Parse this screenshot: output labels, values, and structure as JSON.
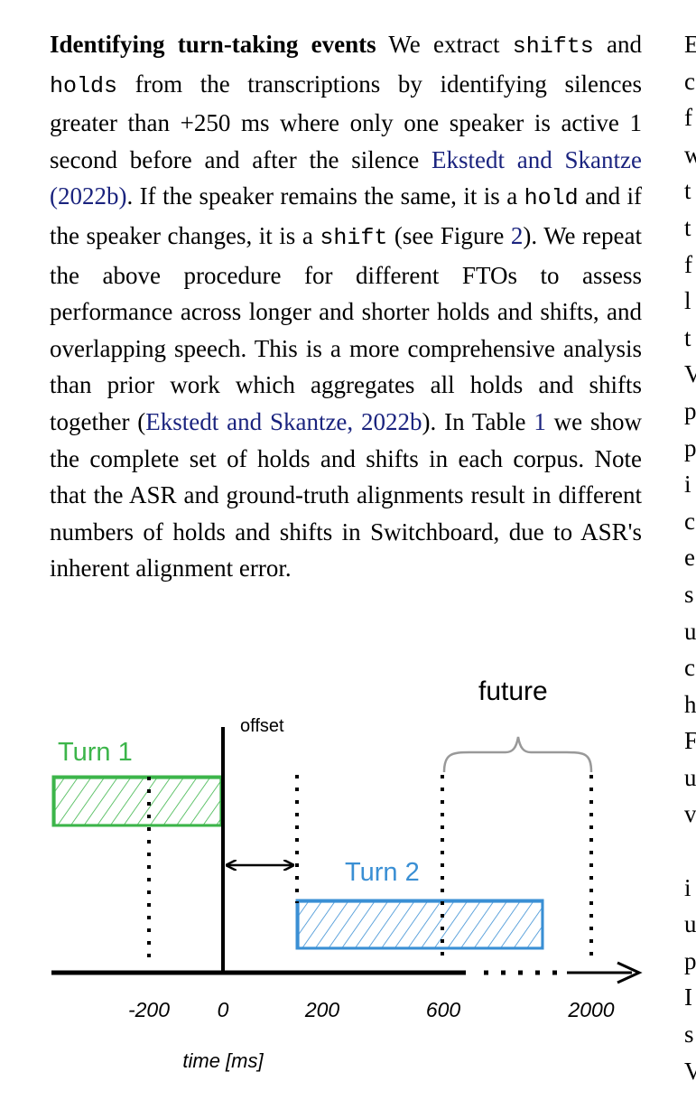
{
  "paragraph": {
    "heading": "Identifying turn-taking events",
    "p1": " We extract ",
    "shifts_code": "shifts",
    "p2": " and ",
    "holds_code": "holds",
    "p3": " from the transcriptions by identifying silences greater than +250 ms where only one speaker is active 1 second before and after the silence ",
    "ref1": "Ekstedt and Skantze (2022b)",
    "p4": ". If the speaker remains the same, it is a ",
    "hold_code": "hold",
    "p5": " and if the speaker changes, it is a ",
    "shift_code": "shift",
    "p6": " (see Figure ",
    "fig_ref": "2",
    "p7": "). We repeat the above procedure for different FTOs to assess performance across longer and shorter holds and shifts, and overlapping speech. This is a more comprehensive analysis than prior work which aggregates all holds and shifts together (",
    "ref2": "Ekstedt and Skantze, 2022b",
    "p8": "). In Table ",
    "table_ref": "1",
    "p9": " we show the complete set of holds and shifts in each corpus. Note that the ASR and ground-truth alignments result in different numbers of holds and shifts in Switchboard, due to ASR's inherent alignment error."
  },
  "right_column_letters": [
    "E",
    "c",
    "f",
    "w",
    "t",
    "t",
    "f",
    "l",
    "t",
    "V",
    "p",
    "p",
    "i",
    "c",
    "e",
    "s",
    "u",
    "c",
    "h",
    "F",
    "u",
    "v",
    "",
    "i",
    "u",
    "p",
    "I",
    "s",
    "V"
  ],
  "figure": {
    "turn1_label": "Turn 1",
    "turn2_label": "Turn 2",
    "offset_label": "offset",
    "future_label": "future",
    "axis_label": "time [ms]",
    "ticks": [
      "-200",
      "0",
      "200",
      "600",
      "2000"
    ],
    "turn1_color": "#3cb54a",
    "turn2_color": "#3a8fd4"
  }
}
